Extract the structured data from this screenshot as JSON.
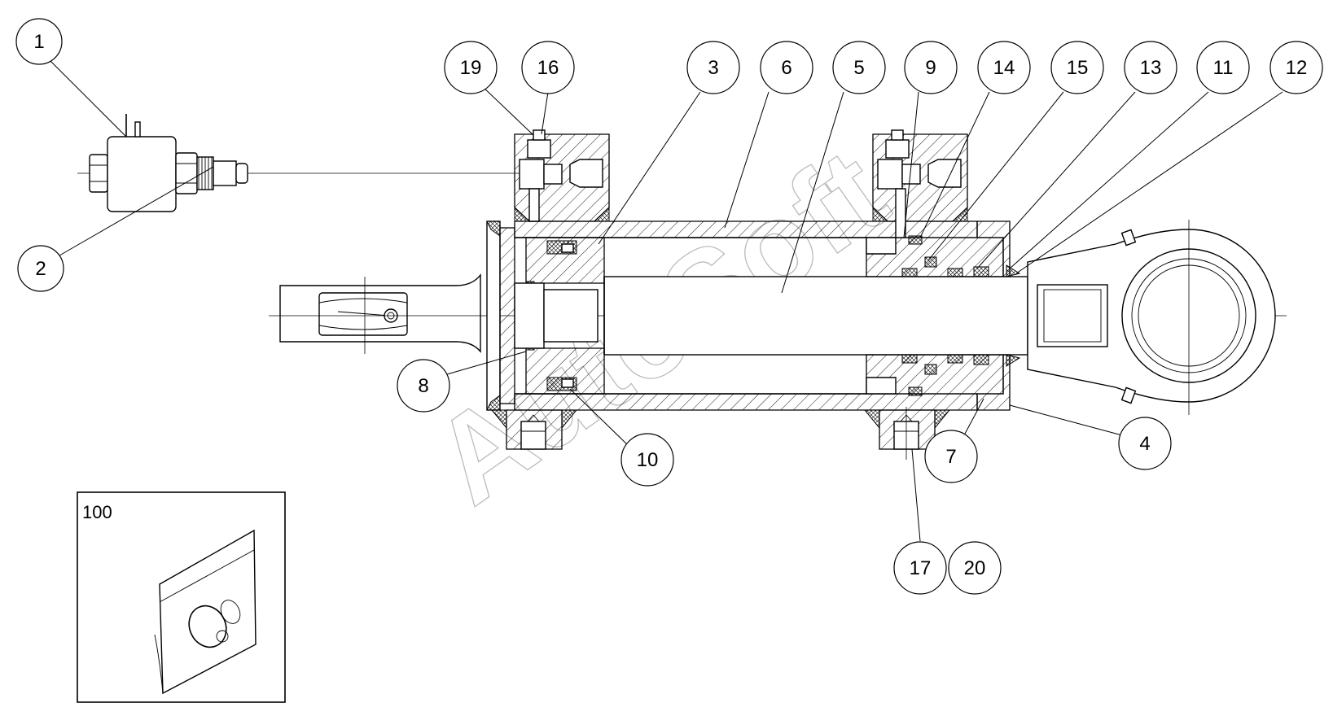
{
  "watermark": "AutoSoft",
  "kit_box_label": "100",
  "callouts": [
    {
      "id": "c1",
      "label": "1"
    },
    {
      "id": "c2",
      "label": "2"
    },
    {
      "id": "c19",
      "label": "19"
    },
    {
      "id": "c16",
      "label": "16"
    },
    {
      "id": "c3",
      "label": "3"
    },
    {
      "id": "c6",
      "label": "6"
    },
    {
      "id": "c5",
      "label": "5"
    },
    {
      "id": "c9",
      "label": "9"
    },
    {
      "id": "c14",
      "label": "14"
    },
    {
      "id": "c15",
      "label": "15"
    },
    {
      "id": "c13",
      "label": "13"
    },
    {
      "id": "c11",
      "label": "11"
    },
    {
      "id": "c12",
      "label": "12"
    },
    {
      "id": "c8",
      "label": "8"
    },
    {
      "id": "c10",
      "label": "10"
    },
    {
      "id": "c7",
      "label": "7"
    },
    {
      "id": "c4",
      "label": "4"
    },
    {
      "id": "c17",
      "label": "17"
    },
    {
      "id": "c20",
      "label": "20"
    }
  ]
}
